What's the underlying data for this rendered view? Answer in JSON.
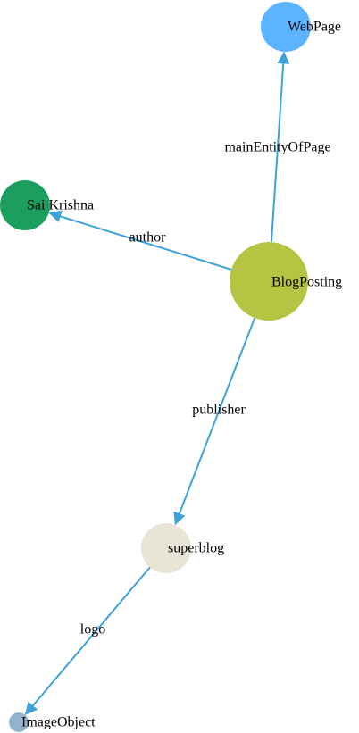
{
  "graph": {
    "nodes": [
      {
        "id": "webpage",
        "label": "WebPage",
        "color": "#5cb3ff"
      },
      {
        "id": "author",
        "label": "Sai Krishna",
        "color": "#1b9e5e"
      },
      {
        "id": "blogposting",
        "label": "BlogPosting",
        "color": "#b5c443"
      },
      {
        "id": "publisher",
        "label": "superblog",
        "color": "#e8e4d6"
      },
      {
        "id": "imageobject",
        "label": "ImageObject",
        "color": "#8fb4cc"
      }
    ],
    "edges": [
      {
        "id": "mainentity",
        "source": "blogposting",
        "target": "webpage",
        "label": "mainEntityOfPage"
      },
      {
        "id": "author-edge",
        "source": "blogposting",
        "target": "author",
        "label": "author"
      },
      {
        "id": "publisher-edge",
        "source": "blogposting",
        "target": "publisher",
        "label": "publisher"
      },
      {
        "id": "logo-edge",
        "source": "publisher",
        "target": "imageobject",
        "label": "logo"
      }
    ],
    "edge_color": "#3ea2d9"
  }
}
